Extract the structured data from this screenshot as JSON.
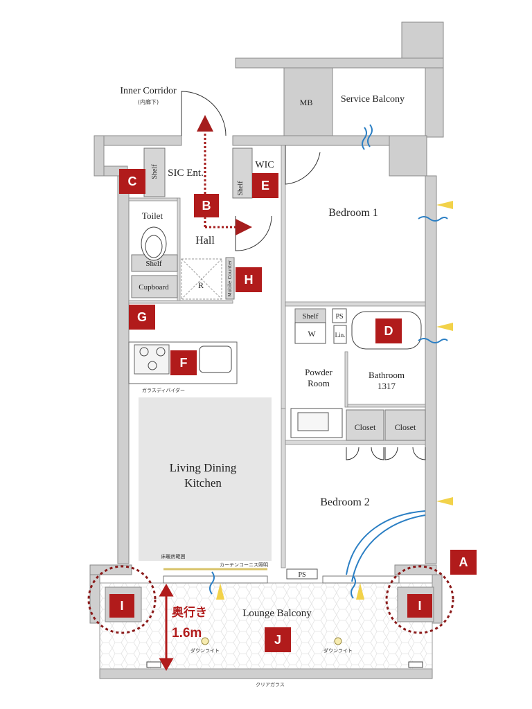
{
  "rooms": {
    "inner_corridor": "Inner Corridor",
    "inner_corridor_jp": "(内廊下)",
    "mb": "MB",
    "service_balcony": "Service Balcony",
    "sic_ent": "SIC Ent.",
    "wic": "WIC",
    "bedroom1": "Bedroom 1",
    "toilet": "Toilet",
    "hall": "Hall",
    "cupboard": "Cupboard",
    "r": "R",
    "mobile_counter": "Mobile Counter",
    "shelf": "Shelf",
    "ps": "PS",
    "w": "W",
    "lin": "Lin.",
    "powder_room": "Powder Room",
    "powder_room_l1": "Powder",
    "powder_room_l2": "Room",
    "bathroom": "Bathroom",
    "bathroom_size": "1317",
    "closet": "Closet",
    "glass_divider": "ガラスディバイダー",
    "ldk_l1": "Living Dining",
    "ldk_l2": "Kitchen",
    "bedroom2": "Bedroom 2",
    "floor_heating": "床暖房範囲",
    "curtain_cornice": "カーテンコーニス照明",
    "lounge_balcony": "Lounge Balcony",
    "downlight": "ダウンライト",
    "clear_glass": "クリアガラス"
  },
  "badges": {
    "a": "A",
    "b": "B",
    "c": "C",
    "d": "D",
    "e": "E",
    "f": "F",
    "g": "G",
    "h": "H",
    "i": "I",
    "j": "J"
  },
  "depth": {
    "label": "奥行き",
    "value": "1.6m"
  },
  "colors": {
    "wall": "#cfcfcf",
    "wall_stroke": "#8a8a8a",
    "badge": "#b11b1b",
    "dot_arrow": "#a51d1d",
    "circle": "#8b1a1a",
    "air_blue": "#2b7fc4",
    "light_yellow": "#f2d24a",
    "ldk_floor": "#e6e6e6",
    "storage": "#d6d6d6"
  }
}
